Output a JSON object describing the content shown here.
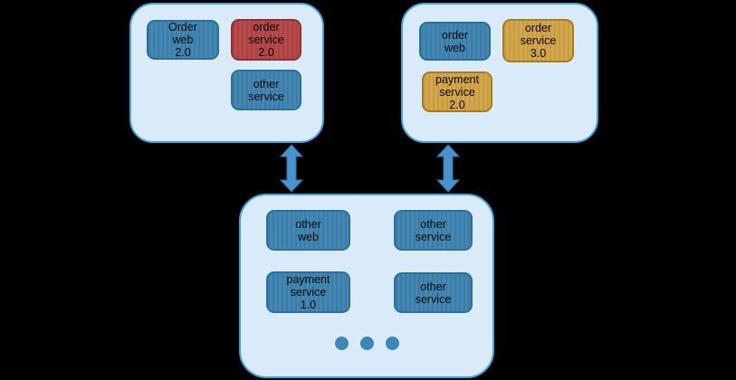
{
  "diagram": {
    "description": "Service deployment diagram: two upper service groups connected by double-headed arrows to one shared lower service group",
    "background_color": "#000000",
    "colors": {
      "group_fill": "#d9eaf8",
      "group_border": "#46a0d9",
      "node_blue_fill": "#3e83b1",
      "node_blue_border": "#2a6f9e",
      "node_red_fill": "#b54444",
      "node_red_border": "#932f2f",
      "node_gold_fill": "#d2a445",
      "node_gold_border": "#a67c1e",
      "arrow_fill": "#4b94cb",
      "arrow_stroke": "#2e76ab",
      "dot_fill": "#3c86ba",
      "node_text": "#0a0a0a"
    },
    "containers": [
      {
        "name": "top-left-group",
        "nodes": [
          {
            "label": "Order\nweb\n2.0",
            "color": "blue"
          },
          {
            "label": "order\nservice\n2.0",
            "color": "red"
          },
          {
            "label": "other\nservice",
            "color": "blue"
          }
        ]
      },
      {
        "name": "top-right-group",
        "nodes": [
          {
            "label": "order\nweb",
            "color": "blue"
          },
          {
            "label": "order\nservice\n3.0",
            "color": "gold"
          },
          {
            "label": "payment\nservice\n2.0",
            "color": "gold"
          }
        ]
      },
      {
        "name": "bottom-shared-group",
        "nodes": [
          {
            "label": "other\nweb",
            "color": "blue"
          },
          {
            "label": "other\nservice",
            "color": "blue"
          },
          {
            "label": "payment\nservice\n1.0",
            "color": "blue"
          },
          {
            "label": "other\nservice",
            "color": "blue"
          }
        ],
        "ellipsis_dots": 3
      }
    ],
    "connectors": [
      {
        "name": "left-double-arrow",
        "type": "double-headed-vertical",
        "from": "top-left-group",
        "to": "bottom-shared-group"
      },
      {
        "name": "right-double-arrow",
        "type": "double-headed-vertical",
        "from": "top-right-group",
        "to": "bottom-shared-group"
      }
    ]
  }
}
